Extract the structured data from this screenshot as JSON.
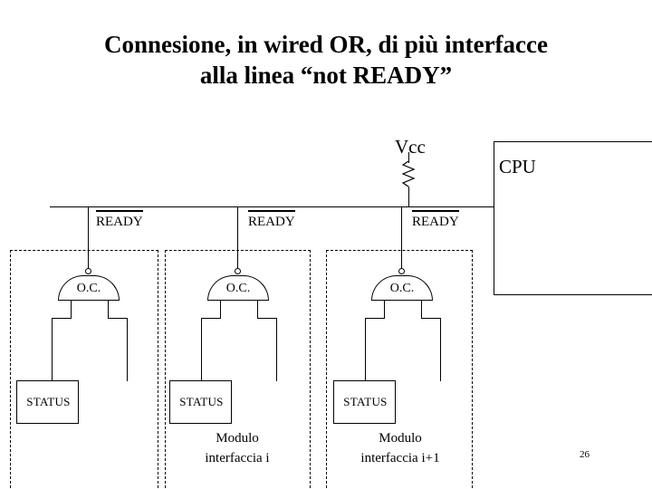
{
  "slide": {
    "title": "Connesione, in wired OR, di più interfacce\nalla linea “not READY”",
    "page_number": "26",
    "colors": {
      "background": "#ffffff",
      "ink": "#000000"
    }
  },
  "diagram": {
    "power": {
      "label": "Vcc",
      "symbol": "resistor-zigzag"
    },
    "cpu": {
      "label": "CPU"
    },
    "bus": {
      "signal_label": "READY",
      "signal_overbar": true,
      "tap_labels": [
        "READY",
        "READY",
        "READY"
      ]
    },
    "modules": [
      {
        "gate_label": "O.C.",
        "gate_bubble": true,
        "status_label": "STATUS",
        "caption": ""
      },
      {
        "gate_label": "O.C.",
        "gate_bubble": true,
        "status_label": "STATUS",
        "caption": "Modulo\ninterfaccia i"
      },
      {
        "gate_label": "O.C.",
        "gate_bubble": true,
        "status_label": "STATUS",
        "caption": "Modulo\ninterfaccia i+1"
      }
    ]
  }
}
